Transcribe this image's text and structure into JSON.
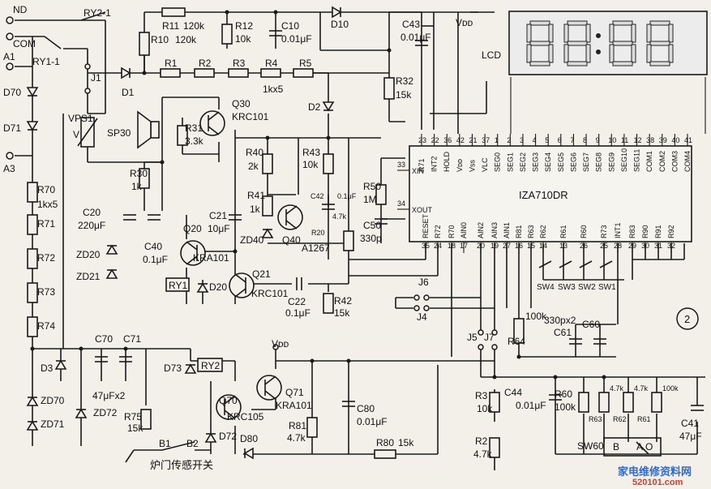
{
  "terminals": {
    "nd": "ND",
    "com": "COM",
    "a1": "A1",
    "a3": "A3"
  },
  "relays": {
    "ry2_1": "RY2-1",
    "ry1_1": "RY1-1",
    "ry1": "RY1",
    "ry2": "RY2"
  },
  "resistors": {
    "r11": "R11",
    "r11v": "120k",
    "r10": "R10",
    "r10v": "120k",
    "r12": "R12",
    "r12v": "10k",
    "r1": "R1",
    "r2": "R2",
    "r3": "R3",
    "r4": "R4",
    "r4v": "1kx5",
    "r5": "R5",
    "r32": "R32",
    "r32v": "15k",
    "r31": "R31",
    "r31v": "3.3k",
    "r30": "R30",
    "r30v": "1k",
    "r40": "R40",
    "r40v": "2k",
    "r43": "R43",
    "r43v": "10k",
    "r41": "R41",
    "r41v": "1k",
    "r50": "R50",
    "r50v": "1M",
    "r20": "R20",
    "r20v": "4.7k",
    "r42": "R42",
    "r42v": "15k",
    "r70": "R70",
    "r70v": "1kx5",
    "r71": "R71",
    "r72": "R72",
    "r73": "R73",
    "r74": "R74",
    "r75": "R75",
    "r75v": "15k",
    "r81": "R81",
    "r81v": "4.7k",
    "r80": "R80",
    "r80v": "15k",
    "r64": "R64",
    "r64v": "100k",
    "r3v": "10k",
    "r2v": "4.7k",
    "r60": "R60",
    "r60v": "100k",
    "r63": "R63",
    "r63v": "4.7k",
    "r62": "R62",
    "r62v": "4.7k",
    "r61": "R61",
    "r61v": "100k"
  },
  "capacitors": {
    "c10": "C10",
    "c10v": "0.01μF",
    "c43": "C43",
    "c43v": "0.01μF",
    "c20": "C20",
    "c20v": "220μF",
    "c40": "C40",
    "c40v": "0.1μF",
    "c21": "C21",
    "c21v": "10μF",
    "c42": "C42",
    "c42v": "0.1μF",
    "c50": "C50",
    "c50v": "330p",
    "c22": "C22",
    "c22v": "0.1μF",
    "c70": "C70",
    "c71": "C71",
    "c70v": "47μFx2",
    "c80": "C80",
    "c80v": "0.01μF",
    "c61": "C61",
    "c60": "C60",
    "c61v": "330px2",
    "c44": "C44",
    "c44v": "0.01μF",
    "c41": "C41",
    "c41v": "47μF"
  },
  "diodes": {
    "d10": "D10",
    "d1": "D1",
    "d2": "D2",
    "d70": "D70",
    "d71": "D71",
    "d3": "D3",
    "zd70": "ZD70",
    "zd71": "ZD71",
    "zd72": "ZD72",
    "zd20": "ZD20",
    "zd21": "ZD21",
    "zd40": "ZD40",
    "d20": "D20",
    "d73": "D73",
    "d72": "D72",
    "d80": "D80"
  },
  "transistors": {
    "q30": "Q30",
    "q30t": "KRC101",
    "q20": "Q20",
    "q20t": "KRA101",
    "q21": "Q21",
    "q21t": "KRC101",
    "q40": "Q40",
    "q40t": "A1267",
    "q70": "Q70",
    "q70t": "KRC105",
    "q71": "Q71",
    "q71t": "KRA101"
  },
  "misc": {
    "j1": "J1",
    "vps1": "VPS1",
    "vps_v": "V",
    "sp30": "SP30",
    "vdd": "Vᴅᴅ",
    "lcd": "LCD",
    "j6": "J6",
    "j4": "J4",
    "j5": "J5",
    "j7": "J7",
    "b1": "B1",
    "b2": "B2",
    "door": "炉门传感开关",
    "sw60": "SW60",
    "sw60_b": "B",
    "sw60_a": "A",
    "sw60_o": "O",
    "fig_no": "2"
  },
  "ic": {
    "name": "IZA710DR",
    "top_pins": [
      {
        "num": "23",
        "name": "R71"
      },
      {
        "num": "22",
        "name": "INT2"
      },
      {
        "num": "36",
        "name": "HOLD"
      },
      {
        "num": "42",
        "name": "Vᴅᴅ"
      },
      {
        "num": "21",
        "name": "Vss"
      },
      {
        "num": "37",
        "name": "VLC"
      },
      {
        "num": "1",
        "name": "SEG0"
      },
      {
        "num": "2",
        "name": "SEG1"
      },
      {
        "num": "3",
        "name": "SEG2"
      },
      {
        "num": "4",
        "name": "SEG3"
      },
      {
        "num": "5",
        "name": "SEG4"
      },
      {
        "num": "6",
        "name": "SEG5"
      },
      {
        "num": "7",
        "name": "SEG6"
      },
      {
        "num": "8",
        "name": "SEG7"
      },
      {
        "num": "9",
        "name": "SEG8"
      },
      {
        "num": "10",
        "name": "SEG9"
      },
      {
        "num": "11",
        "name": "SEG10"
      },
      {
        "num": "12",
        "name": "SEG11"
      },
      {
        "num": "38",
        "name": "COM1"
      },
      {
        "num": "39",
        "name": "COM2"
      },
      {
        "num": "40",
        "name": "COM3"
      },
      {
        "num": "41",
        "name": "COM4"
      }
    ],
    "left_pins": [
      {
        "num": "33",
        "name": "XIN"
      },
      {
        "num": "34",
        "name": "XOUT"
      }
    ],
    "bottom_pins": [
      {
        "num": "35",
        "name": "RESET"
      },
      {
        "num": "24",
        "name": "R72"
      },
      {
        "num": "18",
        "name": "R70"
      },
      {
        "num": "17",
        "name": "AIN0"
      },
      {
        "num": "20",
        "name": "AIN2"
      },
      {
        "num": "19",
        "name": "AIN3"
      },
      {
        "num": "27",
        "name": "AIN1"
      },
      {
        "num": "16",
        "name": "R81"
      },
      {
        "num": "15",
        "name": "R63"
      },
      {
        "num": "14",
        "name": "R62"
      },
      {
        "num": "13",
        "name": "R61"
      },
      {
        "num": "26",
        "name": "R60"
      },
      {
        "num": "25",
        "name": "R73"
      },
      {
        "num": "28",
        "name": "INT1"
      },
      {
        "num": "29",
        "name": "R83"
      },
      {
        "num": "30",
        "name": "R90"
      },
      {
        "num": "31",
        "name": "R91"
      },
      {
        "num": "32",
        "name": "R92"
      }
    ]
  },
  "switches": {
    "sw4": "SW4",
    "sw3": "SW3",
    "sw2": "SW2",
    "sw1": "SW1"
  },
  "watermark": {
    "cn": "家电维修资料网",
    "url": "520101.com"
  }
}
